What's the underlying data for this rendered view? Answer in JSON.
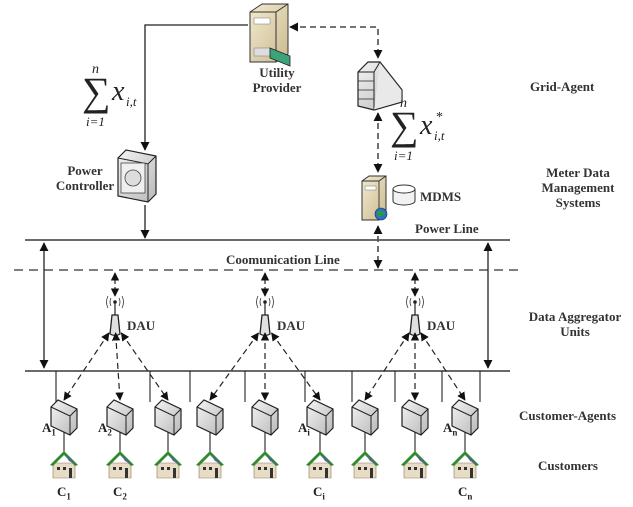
{
  "layers": {
    "grid_agent": "Grid-Agent",
    "mdms_line1": "Meter Data",
    "mdms_line2": "Management",
    "mdms_line3": "Systems",
    "dau_line1": "Data Aggregator",
    "dau_line2": "Units",
    "customer_agents": "Customer-Agents",
    "customers": "Customers"
  },
  "nodes": {
    "utility_line1": "Utility",
    "utility_line2": "Provider",
    "power_line1": "Power",
    "power_line2": "Controller",
    "mdms": "MDMS",
    "dau": "DAU"
  },
  "lines": {
    "power_line": "Power Line",
    "communication_line": "Coomunication Line"
  },
  "formulas": {
    "aggregate": {
      "upper": "n",
      "lower": "i=1",
      "var": "x",
      "sub": "i,t",
      "star": ""
    },
    "aggregate_star": {
      "upper": "n",
      "lower": "i=1",
      "var": "x",
      "sub": "i,t",
      "star": "*"
    }
  },
  "agents": [
    {
      "label": "A",
      "sub": "1"
    },
    {
      "label": "A",
      "sub": "2"
    },
    {
      "label": "",
      "sub": ""
    },
    {
      "label": "",
      "sub": ""
    },
    {
      "label": "",
      "sub": ""
    },
    {
      "label": "A",
      "sub": "i"
    },
    {
      "label": "",
      "sub": ""
    },
    {
      "label": "",
      "sub": ""
    },
    {
      "label": "A",
      "sub": "n"
    }
  ],
  "customers": [
    {
      "label": "C",
      "sub": "1"
    },
    {
      "label": "C",
      "sub": "2"
    },
    {
      "label": "",
      "sub": ""
    },
    {
      "label": "",
      "sub": ""
    },
    {
      "label": "",
      "sub": ""
    },
    {
      "label": "C",
      "sub": "i"
    },
    {
      "label": "",
      "sub": ""
    },
    {
      "label": "",
      "sub": ""
    },
    {
      "label": "C",
      "sub": "n"
    }
  ],
  "colors": {
    "line": "#222222",
    "bus": "#555555",
    "roof": "#2e8b2e",
    "solar": "#5a5aa8",
    "house_wall": "#e8dcc4",
    "server": "#e6d9b5",
    "card": "#3aa37a",
    "device": "#d8d8d8"
  }
}
